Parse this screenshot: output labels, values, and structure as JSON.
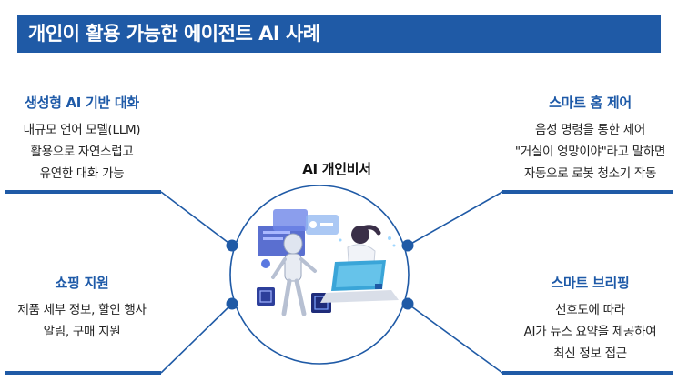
{
  "header": {
    "title": "개인이 활용 가능한 에이전트 AI 사례"
  },
  "center": {
    "label": "AI 개인비서"
  },
  "panels": {
    "top_left": {
      "title": "생성형 AI 기반 대화",
      "lines": [
        "대규모 언어 모델(LLM)",
        "활용으로 자연스럽고",
        "유연한 대화 가능"
      ]
    },
    "top_right": {
      "title": "스마트 홈 제어",
      "lines": [
        "음성 명령을 통한 제어",
        "\"거실이 엉망이야\"라고 말하면",
        "자동으로 로봇 청소기 작동"
      ]
    },
    "bottom_left": {
      "title": "쇼핑 지원",
      "lines": [
        "제품 세부 정보, 할인 행사",
        "알림, 구매 지원"
      ]
    },
    "bottom_right": {
      "title": "스마트 브리핑",
      "lines": [
        "선호도에 따라",
        "AI가 뉴스 요약을 제공하여",
        "최신 정보 접근"
      ]
    },
    "colors": {
      "accent": "#1f5aa6",
      "title_blue": "#1e5aa8"
    }
  }
}
